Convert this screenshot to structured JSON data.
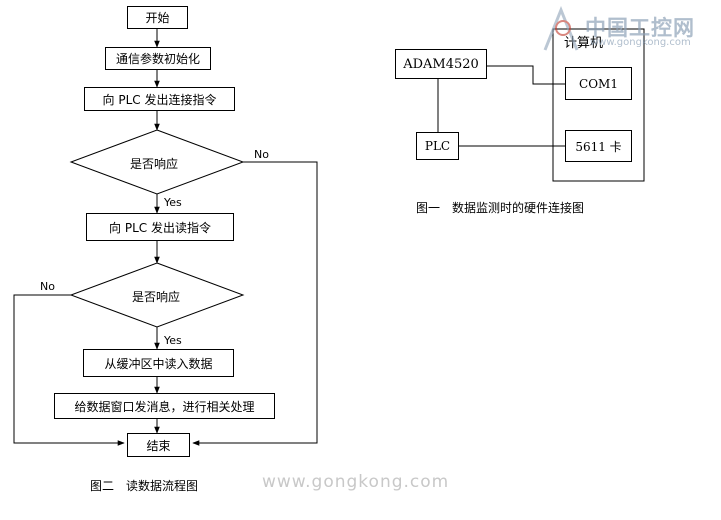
{
  "flowchart": {
    "start": "开始",
    "init": "通信参数初始化",
    "send_link": "向 PLC 发出连接指令",
    "decision1": "是否响应",
    "send_read": "向 PLC 发出读指令",
    "decision2": "是否响应",
    "read_buffer": "从缓冲区中读入数据",
    "notify": "给数据窗口发消息，进行相关处理",
    "end": "结束",
    "yes1": "Yes",
    "no1": "No",
    "yes2": "Yes",
    "no2": "No",
    "caption": "图二　读数据流程图"
  },
  "hardware": {
    "computer": "计算机",
    "adam": "ADAM4520",
    "com1": "COM1",
    "plc": "PLC",
    "card": "5611 卡",
    "caption": "图一　数据监测时的硬件连接图"
  },
  "watermark": {
    "logo_text": "中国工控网",
    "logo_url": "www.gongkong.com",
    "footer_url": "www.gongkong.com",
    "logo_color": "#8fa3b8"
  }
}
